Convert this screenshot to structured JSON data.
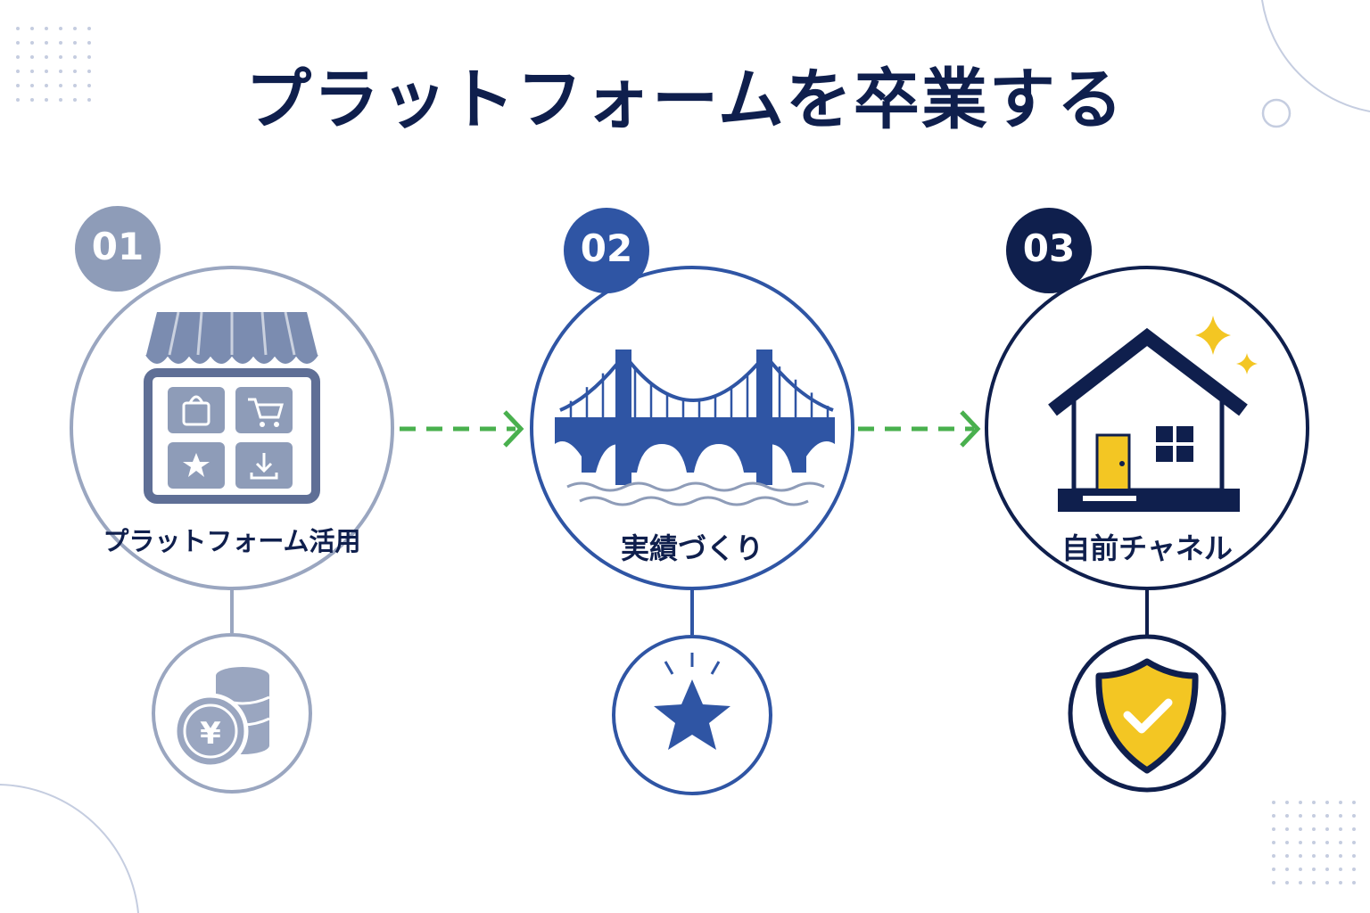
{
  "title": "プラットフォームを卒業する",
  "steps": [
    {
      "number": "01",
      "label": "プラットフォーム活用",
      "main_icon": "storefront-icon",
      "sub_icon": "yen-coins-icon",
      "color": "#8e9cb8"
    },
    {
      "number": "02",
      "label": "実績づくり",
      "main_icon": "bridge-icon",
      "sub_icon": "star-icon",
      "color": "#2f55a4"
    },
    {
      "number": "03",
      "label": "自前チャネル",
      "main_icon": "house-icon",
      "sub_icon": "shield-check-icon",
      "color": "#0f1f4d"
    }
  ],
  "connector_icon": "dashed-arrow-icon",
  "colors": {
    "arrow": "#49b04e",
    "accent_yellow": "#f3c623",
    "title": "#0f1f4d"
  }
}
